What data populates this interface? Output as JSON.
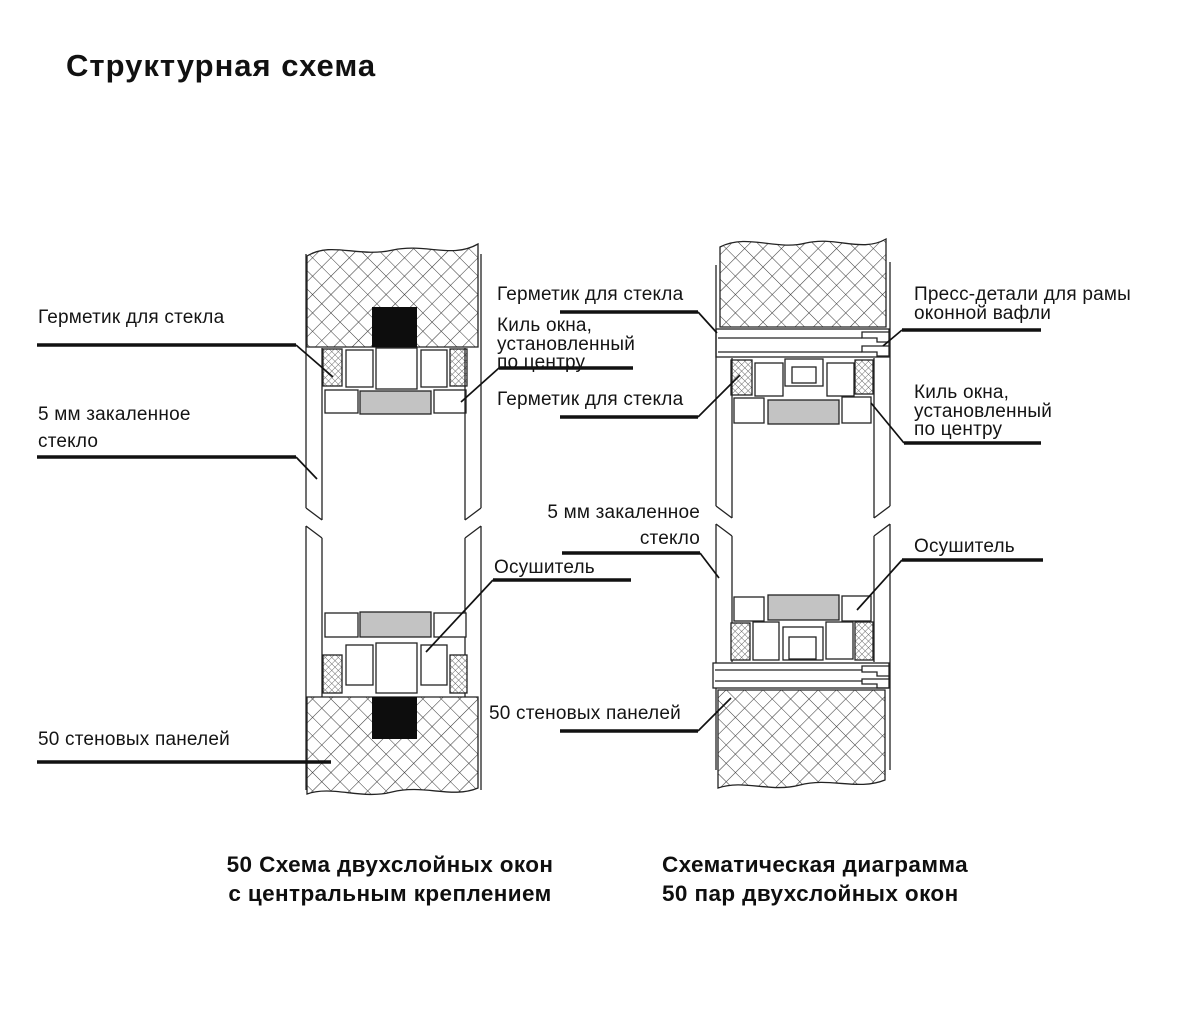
{
  "title": "Структурная схема",
  "annotations": {
    "left": [
      {
        "id": "glass-sealant",
        "lines": [
          "Герметик для стекла"
        ]
      },
      {
        "id": "tempered-glass",
        "lines": [
          "5 мм закаленное",
          "стекло"
        ]
      },
      {
        "id": "wall-panels",
        "lines": [
          "50 стеновых панелей"
        ]
      }
    ],
    "middle": [
      {
        "id": "glass-sealant-top",
        "lines": [
          "Герметик для стекла"
        ]
      },
      {
        "id": "window-keel",
        "lines": [
          "Киль окна,",
          "установленный",
          "по центру"
        ]
      },
      {
        "id": "glass-sealant-bottom",
        "lines": [
          "Герметик для стекла"
        ]
      },
      {
        "id": "tempered-glass",
        "lines": [
          "5 мм закаленное",
          "стекло"
        ]
      },
      {
        "id": "desiccant",
        "lines": [
          "Осушитель"
        ]
      },
      {
        "id": "wall-panels",
        "lines": [
          "50 стеновых панелей"
        ]
      }
    ],
    "right": [
      {
        "id": "press-parts",
        "lines": [
          "Пресс-детали для рамы",
          "оконной вафли"
        ]
      },
      {
        "id": "window-keel",
        "lines": [
          "Киль окна,",
          "установленный",
          "по центру"
        ]
      },
      {
        "id": "desiccant",
        "lines": [
          "Осушитель"
        ]
      }
    ]
  },
  "captions": {
    "left": [
      "50 Схема двухслойных окон",
      "с центральным креплением"
    ],
    "right": [
      "Схематическая диаграмма",
      "50 пар двухслойных окон"
    ]
  },
  "colors": {
    "ink": "#232323",
    "leader_black": "#111111",
    "spacer_gray": "#c3c3c3",
    "block_black": "#0d0d0d",
    "background": "#ffffff"
  }
}
